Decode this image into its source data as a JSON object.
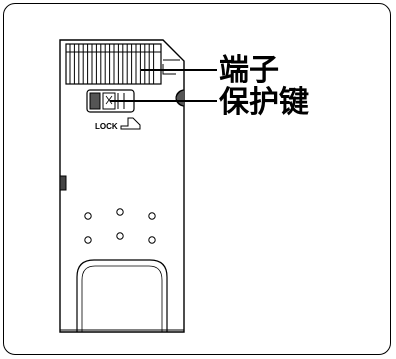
{
  "labels": {
    "terminal": "端子",
    "protect_key": "保护键",
    "lock": "LOCK"
  }
}
